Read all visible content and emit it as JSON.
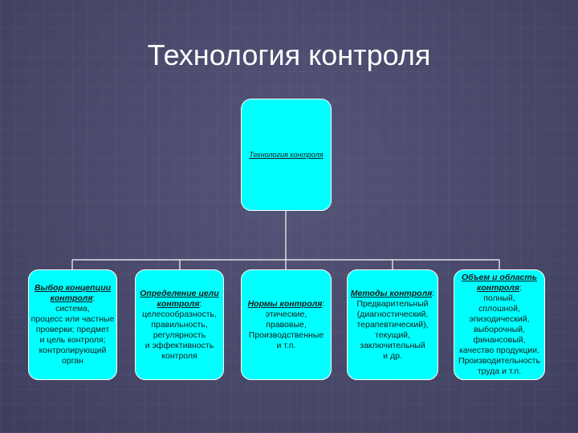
{
  "slide": {
    "title": "Технология контроля",
    "colors": {
      "background": "#4a4a6c",
      "box": "#00ffff",
      "line": "#ffffff"
    }
  },
  "diagram": {
    "root": {
      "head": "Технология контроля"
    },
    "children": [
      {
        "head": "Выбор концепции контроля",
        "suffix": ":",
        "lines": [
          "система,",
          "процесс или частные",
          "проверки; предмет",
          "и цель контроля;",
          "контролирующий орган"
        ]
      },
      {
        "head": "Определение цели контроля",
        "suffix": ":",
        "lines": [
          "целесообразность,",
          "правильность,",
          "регулярность",
          "и эффективность",
          "контроля"
        ]
      },
      {
        "head": "Нормы контроля",
        "suffix": ":",
        "lines": [
          "этические,",
          "правовые,",
          "Производственные",
          "и т.п."
        ]
      },
      {
        "head": "Методы контроля",
        "suffix": ":",
        "lines": [
          "Предварительный",
          "(диагностический,",
          "терапевтический),",
          "текущий,",
          "заключительный",
          "и др."
        ]
      },
      {
        "head": "Объем и область контроля",
        "suffix": ":",
        "lines": [
          "полный,",
          "сплошной,",
          "эпизодический,",
          "выборочный,",
          "финансовый,",
          "качество продукции.",
          "Производительность",
          "труда и т.п."
        ]
      }
    ]
  }
}
